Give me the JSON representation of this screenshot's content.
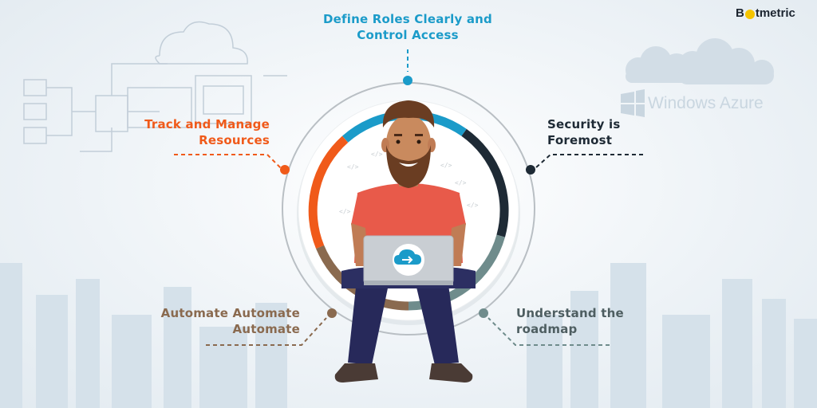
{
  "logo": {
    "prefix": "B",
    "suffix": "tmetric"
  },
  "background_watermark": "Windows Azure",
  "items": [
    {
      "id": "define",
      "text": "Define Roles Clearly and Control Access",
      "color": "#1b9bc9"
    },
    {
      "id": "track",
      "text": "Track and Manage Resources",
      "color": "#f05a1a"
    },
    {
      "id": "security",
      "text": "Security is Foremost",
      "color": "#1e2a35"
    },
    {
      "id": "automate",
      "text": "Automate Automate Automate",
      "color": "#8a6a4f"
    },
    {
      "id": "roadmap",
      "text": "Understand the roadmap",
      "color": "#4e5e61"
    }
  ],
  "colors": {
    "blue": "#1b9bc9",
    "orange": "#f05a1a",
    "navy": "#1e2a35",
    "brown": "#8a6a4f",
    "teal": "#6f8c8c",
    "logo_dot": "#f5c400"
  },
  "icons": [
    "azure-cloud-icon",
    "laptop-icon",
    "person-illustration",
    "windows-logo-icon"
  ]
}
